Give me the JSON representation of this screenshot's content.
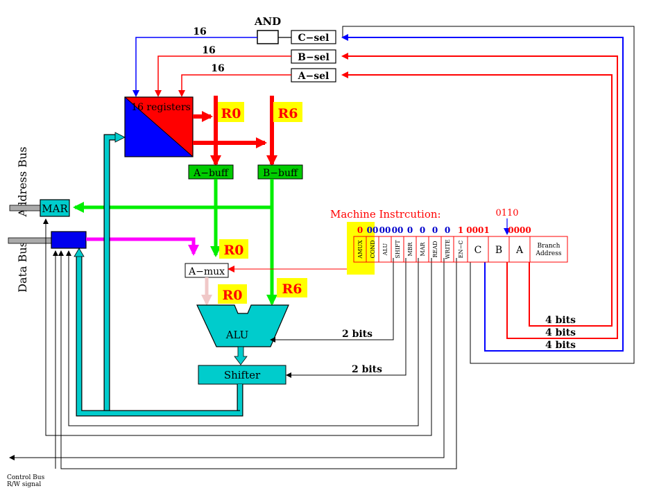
{
  "labels": {
    "and": "AND",
    "c_sel": "C−sel",
    "b_sel": "B−sel",
    "a_sel": "A−sel",
    "width_c": "16",
    "width_b": "16",
    "width_a": "16",
    "registers": "16 registers",
    "reg_r0_top": "R0",
    "reg_r6_top": "R6",
    "a_buff": "A−buff",
    "b_buff": "B−buff",
    "address_bus": "Address Bus",
    "data_bus": "Data Bus",
    "mar": "MAR",
    "a_mux": "A−mux",
    "r0_after_buff": "R0",
    "r0_alu_left": "R0",
    "r6_alu_right": "R6",
    "alu": "ALU",
    "shifter": "Shifter",
    "bits_alu": "2 bits",
    "bits_shift": "2 bits",
    "control_bus_1": "Control Bus",
    "control_bus_2": "R/W signal",
    "machine_instruction": "Machine Instrcution:",
    "b_code": "0110",
    "bits_a": "4 bits",
    "bits_b": "4 bits",
    "bits_c": "4 bits"
  },
  "instruction": {
    "fields": [
      "AMUX",
      "COND",
      "ALU",
      "SHIFT",
      "MBR",
      "MAR",
      "READ",
      "WRITE",
      "EN−C",
      "C",
      "B",
      "A",
      "Branch Address"
    ],
    "values": [
      "0",
      "00",
      "00",
      "00",
      "0",
      "0",
      "0",
      "0",
      "1",
      "0001",
      "",
      "0000",
      ""
    ],
    "value_colors": [
      "#ff0000",
      "#0000cc",
      "#0000cc",
      "#0000cc",
      "#0000cc",
      "#0000cc",
      "#0000cc",
      "#0000cc",
      "#ff0000",
      "#ff0000",
      "#ff0000",
      "#ff0000",
      "#ff0000"
    ]
  },
  "colors": {
    "red": "#ff0000",
    "blue": "#0000ff",
    "green": "#00ee00",
    "cyan": "#00cccc",
    "magenta": "#ff00ff",
    "highlight": "#ffff00",
    "pink": "#f0c8c8"
  }
}
